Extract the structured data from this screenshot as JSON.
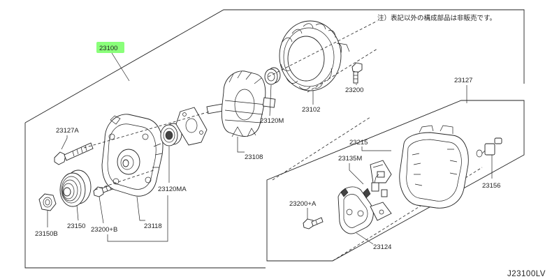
{
  "note": "注）表記以外の構成部品は非販売です。",
  "diagram_code": "J23100LV",
  "callouts": {
    "assembly": "23100",
    "rear_cover": "23127",
    "pin_bolt": "23127A",
    "pulley_nut": "23150B",
    "pulley": "23150",
    "bolt_b": "23200+B",
    "front_frame": "23118",
    "bearing_front": "23120MA",
    "rotor": "23108",
    "bearing_rear": "23120M",
    "stator": "23102",
    "bolt": "23200",
    "brush_holder": "23215",
    "brush": "23135M",
    "bolt_a": "23200+A",
    "diode_assembly": "23124",
    "terminal": "23156"
  }
}
